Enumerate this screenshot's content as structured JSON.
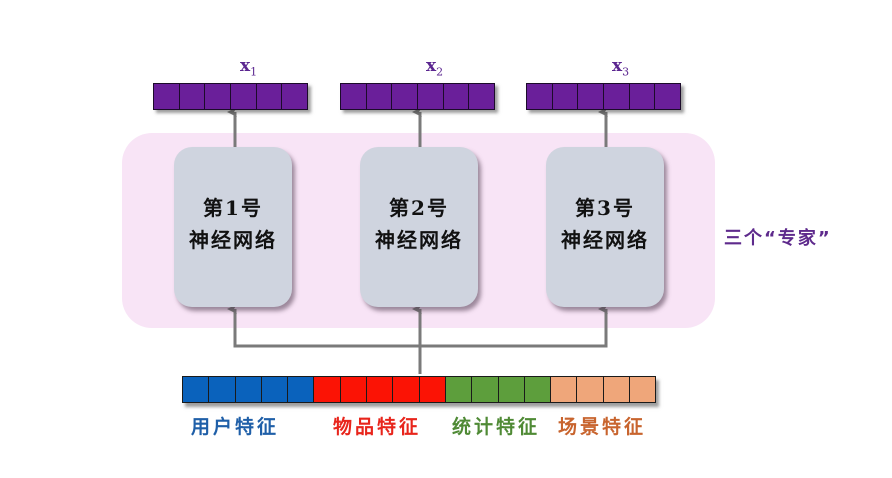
{
  "diagram": {
    "title": "Multi-gate Mixture-of-Experts: three expert networks",
    "outputs": [
      {
        "name": "x",
        "subscript": "1",
        "cells": 6
      },
      {
        "name": "x",
        "subscript": "2",
        "cells": 6
      },
      {
        "name": "x",
        "subscript": "3",
        "cells": 6
      }
    ],
    "experts": [
      {
        "line1": "第1号",
        "line2": "神经网络"
      },
      {
        "line1": "第2号",
        "line2": "神经网络"
      },
      {
        "line1": "第3号",
        "line2": "神经网络"
      }
    ],
    "experts_group_label": "三个“专家”",
    "features": [
      {
        "label": "用户特征",
        "cells": 5,
        "color": "#0a62bc",
        "text_color": "#1f5fa8"
      },
      {
        "label": "物品特征",
        "cells": 5,
        "color": "#fb1305",
        "text_color": "#e8251c"
      },
      {
        "label": "统计特征",
        "cells": 4,
        "color": "#5d9e3c",
        "text_color": "#4f8a35"
      },
      {
        "label": "场景特征",
        "cells": 4,
        "color": "#efa67a",
        "text_color": "#c8642e"
      }
    ]
  },
  "colors": {
    "output_cell": "#6a1f9a",
    "panel": "#f8e4f6",
    "expert_box": "#cfd4df",
    "arrow": "#7a7a7a",
    "label_purple": "#5e2a8c"
  }
}
